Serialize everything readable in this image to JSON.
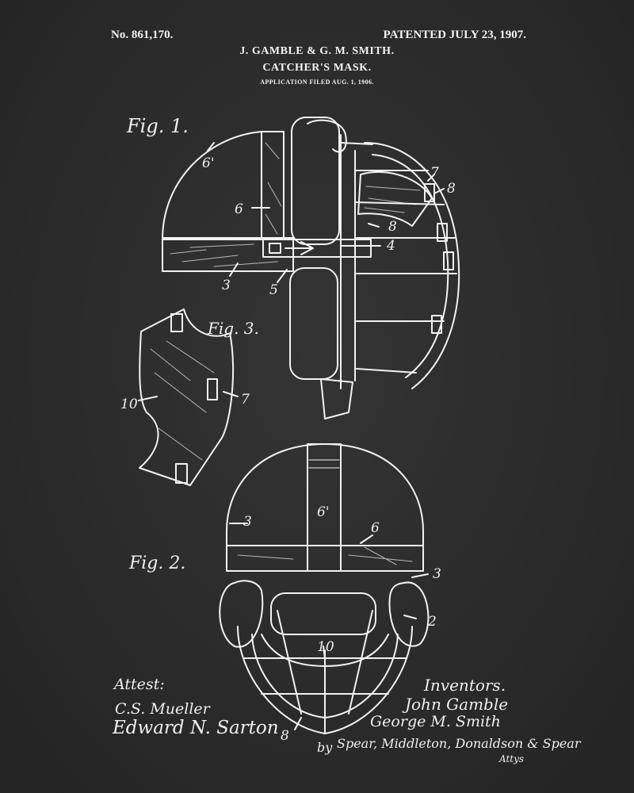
{
  "header": {
    "patent_number": "No. 861,170.",
    "patented_date": "PATENTED JULY 23, 1907.",
    "inventors_line": "J. GAMBLE & G. M. SMITH.",
    "title": "CATCHER'S MASK.",
    "application_filed": "APPLICATION FILED AUG. 1, 1906."
  },
  "figures": {
    "fig1": {
      "label": "Fig. 1.",
      "refs": [
        "6'",
        "6",
        "8",
        "7",
        "8",
        "4",
        "3",
        "5"
      ]
    },
    "fig2": {
      "label": "Fig. 2.",
      "refs": [
        "3",
        "6'",
        "6",
        "3",
        "2",
        "10",
        "8"
      ]
    },
    "fig3": {
      "label": "Fig. 3.",
      "refs": [
        "10",
        "7"
      ]
    }
  },
  "signatures": {
    "attest_label": "Attest:",
    "witness_1": "C.S. Mueller",
    "witness_2": "Edward N. Sarton",
    "inventors_label": "Inventors.",
    "inventor_1": "John Gamble",
    "inventor_2": "George M. Smith",
    "by_label": "by",
    "attorneys": "Spear, Middleton, Donaldson & Spear",
    "attorneys_abbrev": "Attys"
  },
  "colors": {
    "background": "#2b2b2b",
    "ink": "#f2f2f2"
  }
}
